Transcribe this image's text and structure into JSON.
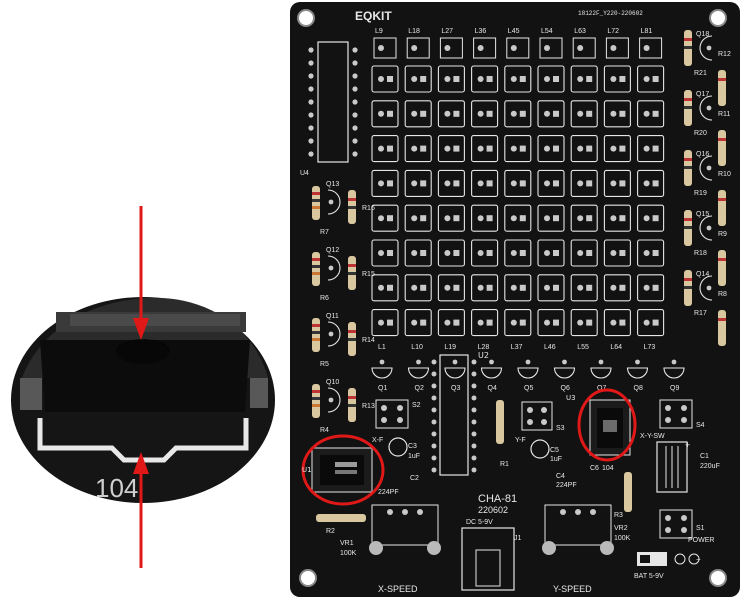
{
  "board": {
    "brand": "EQKIT",
    "code": "18122F_Y220-220602",
    "model": "CHA-81",
    "date": "220602",
    "col_labels": [
      "L9",
      "L18",
      "L27",
      "L36",
      "L45",
      "L54",
      "L63",
      "L72",
      "L81"
    ],
    "row_labels": [
      "L1",
      "L10",
      "L19",
      "L28",
      "L37",
      "L46",
      "L55",
      "L64",
      "L73"
    ],
    "left_transistors": [
      "Q13",
      "Q12",
      "Q11",
      "Q10"
    ],
    "left_resistors": [
      "R16",
      "R15",
      "R14",
      "R13",
      "R7",
      "R6",
      "R5",
      "R4"
    ],
    "right_transistors": [
      "Q18",
      "Q17",
      "Q16",
      "Q15",
      "Q14"
    ],
    "right_resistors": [
      "R21",
      "R12",
      "R20",
      "R11",
      "R19",
      "R10",
      "R18",
      "R9",
      "R17",
      "R8"
    ],
    "bottom_transistors": [
      "Q1",
      "Q2",
      "Q3",
      "Q4",
      "Q5",
      "Q6",
      "Q7",
      "Q8",
      "Q9"
    ],
    "labels": {
      "u1": "U1",
      "u2": "U2",
      "u3": "U3",
      "u4": "U4",
      "s1": "S1",
      "s2": "S2",
      "s3": "S3",
      "s4": "S4",
      "xf": "X-F",
      "yf": "Y-F",
      "xysw": "X-Y-SW",
      "c1": "C1",
      "c1v": "220uF",
      "c2": "C2",
      "c2v": "224PF",
      "c3": "C3",
      "c3v": "1uF",
      "c4": "C4",
      "c4v": "224PF",
      "c5": "C5",
      "c5v": "1uF",
      "c6": "C6",
      "c6v": "104",
      "r1": "R1",
      "r2": "R2",
      "r3": "R3",
      "vr1": "VR1",
      "vr1v": "100K",
      "vr2": "VR2",
      "vr2v": "100K",
      "dc": "DC 5-9V",
      "j1": "J1",
      "power": "POWER",
      "xspeed": "X-SPEED",
      "yspeed": "Y-SPEED",
      "bat": "BAT 5-9V",
      "plus": "+",
      "minus": "−"
    }
  },
  "inset": {
    "chip_text": "104"
  },
  "colors": {
    "board": "#121212",
    "silk": "#e6e6e6",
    "highlight": "#e01818",
    "pad": "#c9c9c9"
  }
}
